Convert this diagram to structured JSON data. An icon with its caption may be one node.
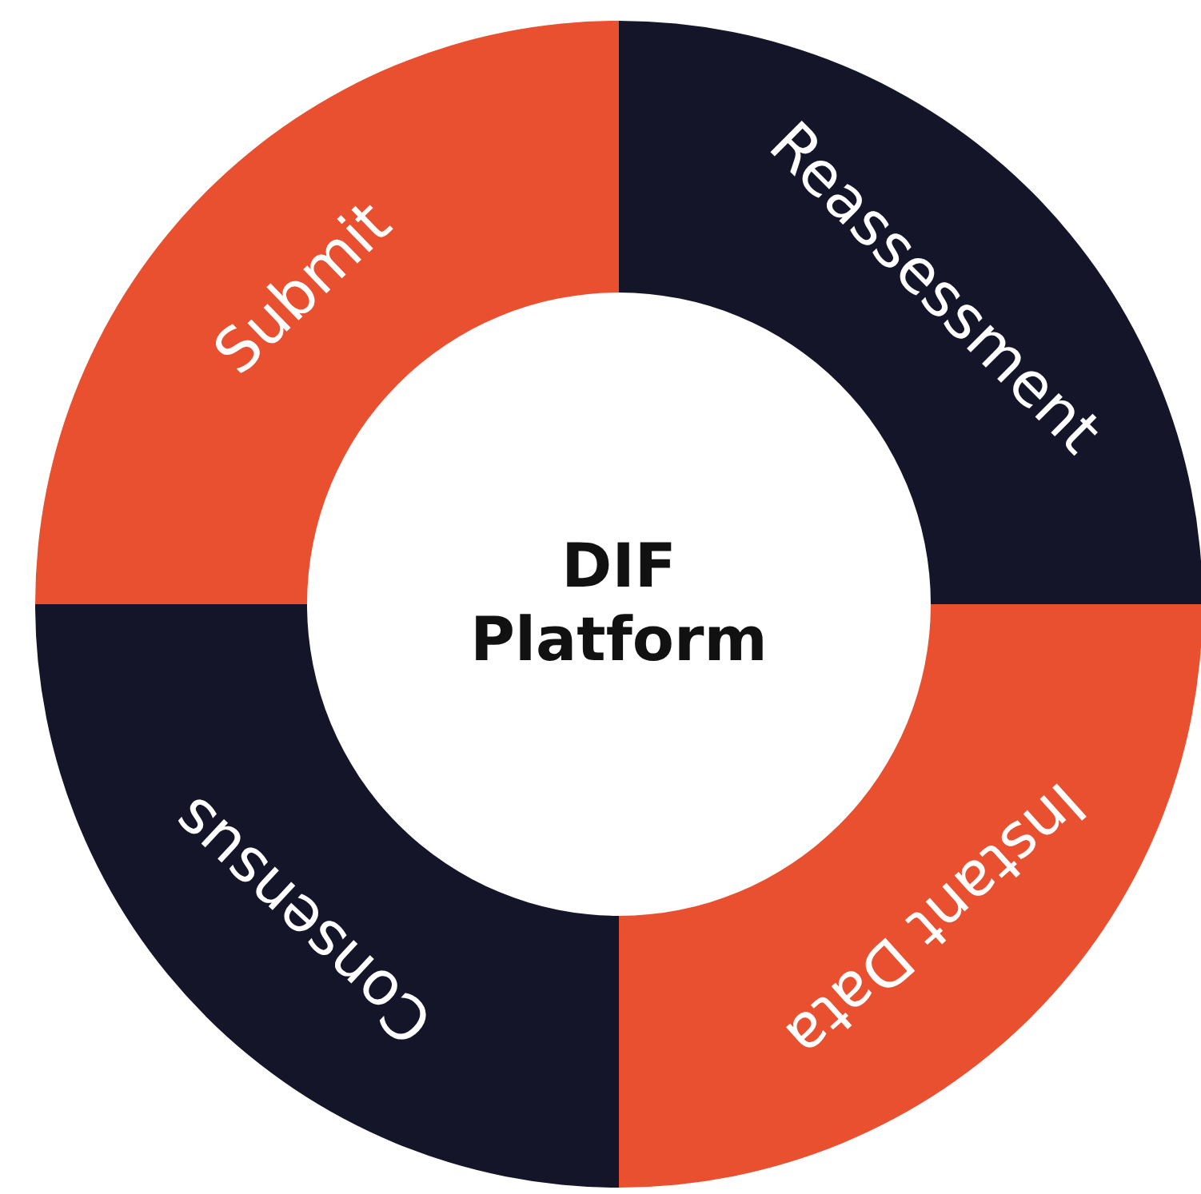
{
  "diagram": {
    "nodes": [
      {
        "text": [
          "Submit"
        ]
      },
      {
        "text": [
          "Reassessment"
        ]
      },
      {
        "text": [
          "DIF Platform"
        ]
      },
      {
        "text": [
          "Instant Data"
        ]
      },
      {
        "text": [
          "Consensus"
        ]
      }
    ]
  }
}
